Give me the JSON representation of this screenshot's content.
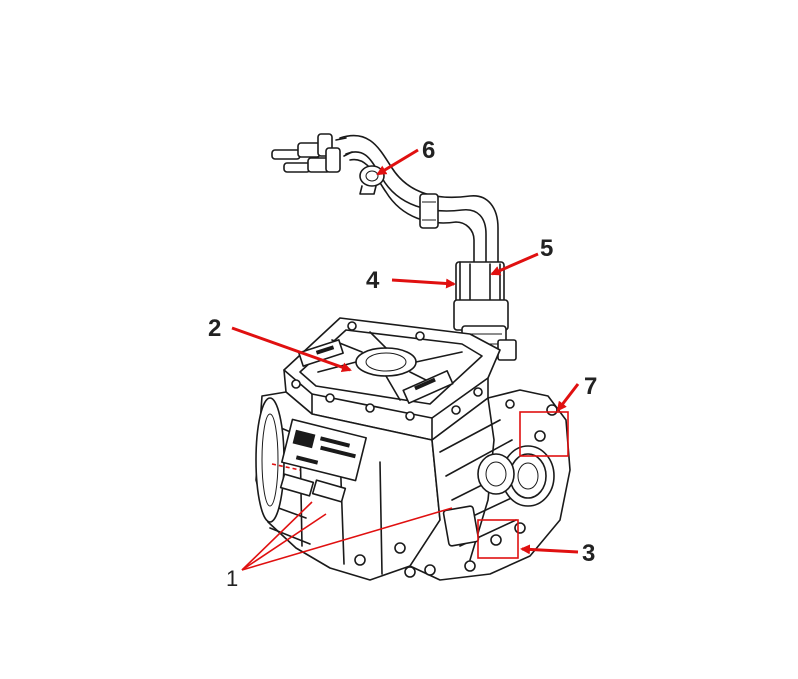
{
  "callouts": {
    "c1": "1",
    "c2": "2",
    "c3": "3",
    "c4": "4",
    "c5": "5",
    "c6": "6",
    "c7": "7"
  },
  "colors": {
    "accent": "#e01010",
    "line": "#1a1a1a",
    "background": "#ffffff"
  }
}
